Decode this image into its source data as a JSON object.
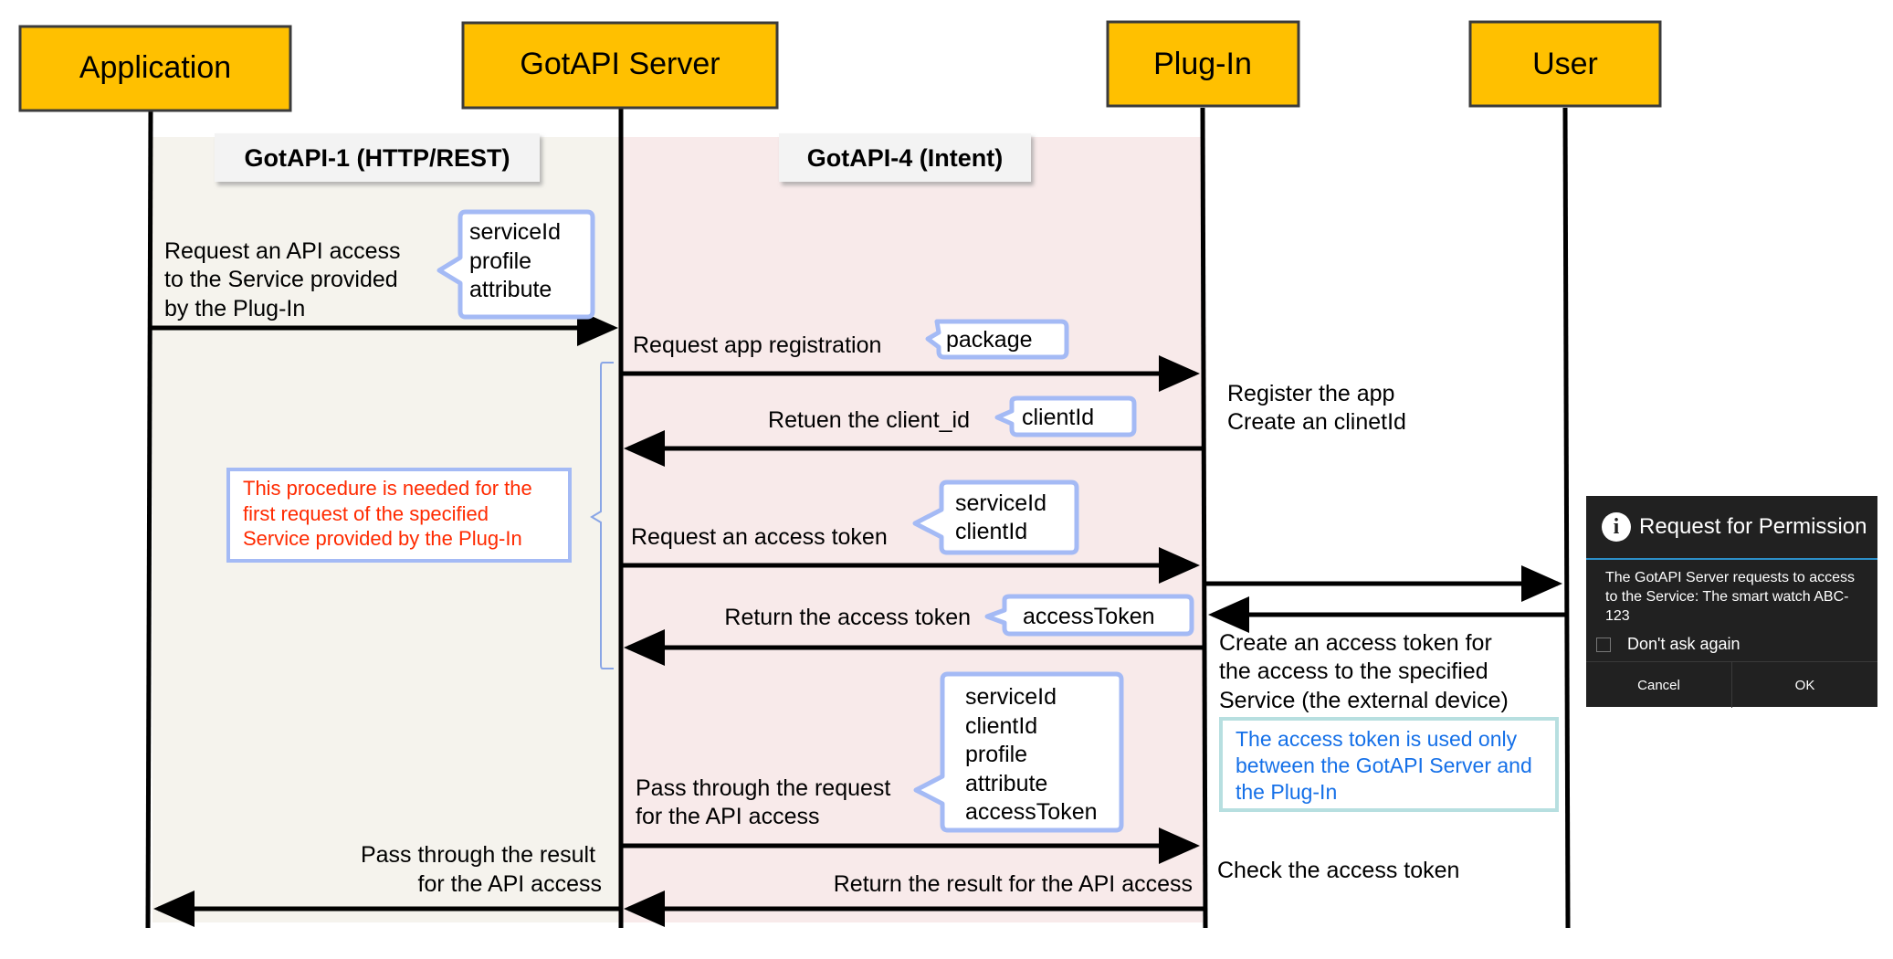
{
  "participants": [
    {
      "label": "Application"
    },
    {
      "label": "GotAPI Server"
    },
    {
      "label": "Plug-In"
    },
    {
      "label": "User"
    }
  ],
  "regions": {
    "gotapi1": "GotAPI-1 (HTTP/REST)",
    "gotapi4": "GotAPI-4 (Intent)"
  },
  "messages": [
    {
      "lines": [
        "Request an API access",
        "to the Service provided",
        "by the Plug-In"
      ]
    },
    {
      "lines": [
        "Request app registration"
      ]
    },
    {
      "lines": [
        "Retuen the client_id"
      ]
    },
    {
      "lines": [
        "Request an access token"
      ]
    },
    {
      "lines": [
        "Return the access token"
      ]
    },
    {
      "lines": [
        "Pass through the request",
        "for the API access"
      ]
    },
    {
      "lines": [
        "Pass through the result",
        "for the API access"
      ]
    },
    {
      "lines": [
        "Return the result for the API access"
      ]
    }
  ],
  "params": [
    {
      "lines": [
        "serviceId",
        "profile",
        "attribute"
      ]
    },
    {
      "lines": [
        "package"
      ]
    },
    {
      "lines": [
        "clientId"
      ]
    },
    {
      "lines": [
        "serviceId",
        "clientId"
      ]
    },
    {
      "lines": [
        "accessToken"
      ]
    },
    {
      "lines": [
        "serviceId",
        "clientId",
        "profile",
        "attribute",
        "accessToken"
      ]
    }
  ],
  "plugin_notes": [
    {
      "lines": [
        "Register the app",
        "Create an clinetId"
      ]
    },
    {
      "lines": [
        "Create an access token for",
        "the access to the specified",
        "Service (the external device)"
      ]
    },
    {
      "lines": [
        "Check the access token"
      ]
    }
  ],
  "procedure_note": [
    "This procedure is needed for the",
    "first request of the specified",
    "Service provided by the Plug-In"
  ],
  "token_note": [
    "The access token is used only",
    "between the GotAPI Server and",
    "the Plug-In"
  ],
  "dialog": {
    "title": "Request for Permission",
    "info_icon_glyph": "i",
    "message": "The GotAPI Server requests to access to the Service: The smart watch ABC-123",
    "checkbox_label": "Don't ask again",
    "cancel_label": "Cancel",
    "ok_label": "OK"
  },
  "colors": {
    "participant_fill": "#ffc000",
    "gotapi1_bg": "#f5f3ed",
    "gotapi4_bg": "#f8eaea",
    "callout_border": "#a4baf5",
    "procedure_text": "#ff2a00",
    "token_text": "#1570e8",
    "token_border": "#b7dfe0"
  }
}
